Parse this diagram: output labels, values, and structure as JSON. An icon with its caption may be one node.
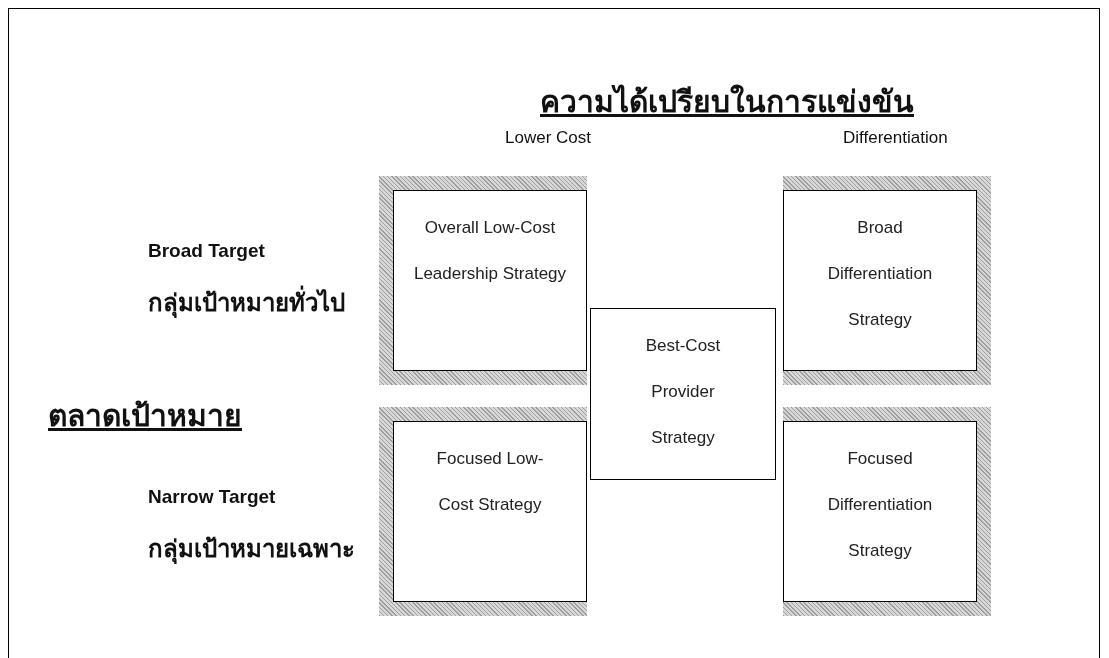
{
  "diagram": {
    "title": "ความได้เปรียบในการแข่งขัน",
    "nodes": [
      {
        "text": [
          "Overall Low-Cost Leadership Strategy"
        ]
      },
      {
        "text": [
          "Broad Differentiation Strategy"
        ]
      },
      {
        "text": [
          "Best-Cost Provider Strategy"
        ]
      },
      {
        "text": [
          "Focused Low-Cost Strategy"
        ]
      },
      {
        "text": [
          "Focused Differentiation Strategy"
        ]
      }
    ],
    "edges": [],
    "labels": [
      "Lower Cost",
      "Differentiation",
      "Broad Target",
      "กลุ่มเป้าหมายทั่วไป",
      "ตลาดเป้าหมาย",
      "Narrow Target",
      "กลุ่มเป้าหมายเฉพาะ"
    ]
  }
}
